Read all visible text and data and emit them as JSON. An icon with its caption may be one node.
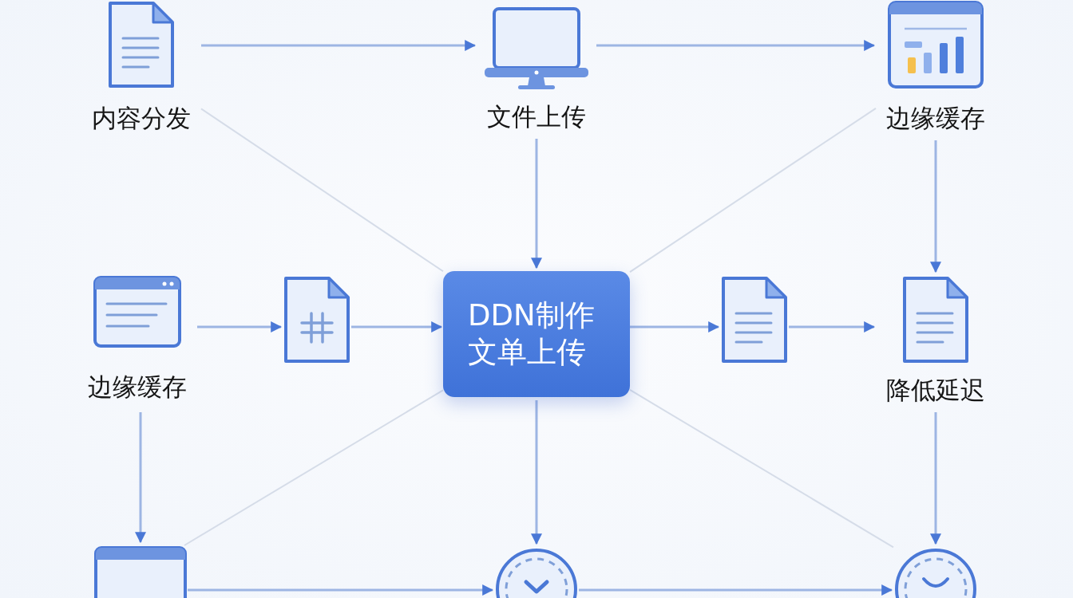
{
  "diagram": {
    "nodes": [
      {
        "text": [
          "内容分发"
        ]
      },
      {
        "text": [
          "文件上传"
        ]
      },
      {
        "text": [
          "边缘缓存"
        ]
      },
      {
        "text": [
          "边缘缓存"
        ]
      },
      {
        "text": [],
        "shape": "picture"
      },
      {
        "text": [
          "DDN制作文单上传"
        ]
      },
      {
        "text": [],
        "shape": "picture"
      },
      {
        "text": [
          "降低延迟"
        ]
      },
      {
        "text": [],
        "shape": "picture"
      },
      {
        "text": [],
        "shape": "picture"
      },
      {
        "text": [],
        "shape": "picture"
      }
    ],
    "edges": [
      {
        "from": 0,
        "to": 1,
        "arrow": "to"
      },
      {
        "from": 1,
        "to": 2,
        "arrow": "to"
      },
      {
        "from": 1,
        "to": 5,
        "arrow": "to"
      },
      {
        "from": 2,
        "to": 7,
        "arrow": "to"
      },
      {
        "from": 3,
        "to": 4,
        "arrow": "to"
      },
      {
        "from": 4,
        "to": 5,
        "arrow": "to"
      },
      {
        "from": 5,
        "to": 6,
        "arrow": "to"
      },
      {
        "from": 6,
        "to": 7,
        "arrow": "to"
      },
      {
        "from": 3,
        "to": 8,
        "arrow": "to"
      },
      {
        "from": 5,
        "to": 9,
        "arrow": "to"
      },
      {
        "from": 7,
        "to": 10,
        "arrow": "to"
      },
      {
        "from": 8,
        "to": 9,
        "arrow": "to"
      },
      {
        "from": 9,
        "to": 10,
        "arrow": "to"
      },
      {
        "from": 0,
        "to": 5,
        "arrow": "none",
        "color": "#d5dce8"
      },
      {
        "from": 2,
        "to": 5,
        "arrow": "none",
        "color": "#d5dce8"
      },
      {
        "from": 5,
        "to": 8,
        "arrow": "none",
        "color": "#d5dce8"
      },
      {
        "from": 5,
        "to": 10,
        "arrow": "none",
        "color": "#d5dce8"
      }
    ]
  }
}
